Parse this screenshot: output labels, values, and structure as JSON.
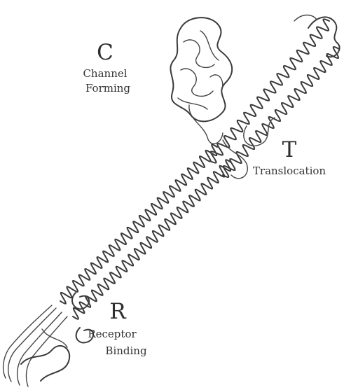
{
  "domains": {
    "channel": {
      "letter": "C",
      "lines": [
        "Channel",
        "Forming"
      ]
    },
    "translocation": {
      "letter": "T",
      "lines": [
        "Translocation"
      ]
    },
    "receptor": {
      "letter": "R",
      "lines": [
        "Receptor",
        "Binding"
      ]
    }
  }
}
